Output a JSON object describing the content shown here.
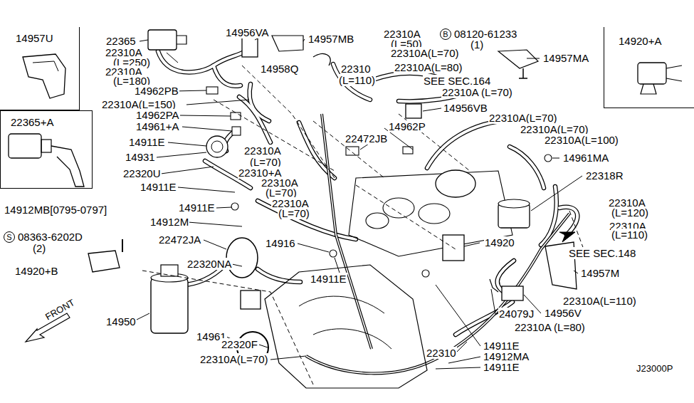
{
  "diagram": {
    "nodes": [
      {
        "text": [
          "14957U"
        ]
      },
      {
        "text": [
          "B"
        ]
      },
      {
        "text": [
          "14920+A"
        ]
      },
      {
        "text": [
          "22365+A"
        ]
      },
      {
        "text": [
          "S"
        ]
      }
    ],
    "labels": [
      "22365",
      "14956VA",
      "14957MB",
      "22310A",
      "(L=50)",
      "22310A(L=70)",
      "08120-61233",
      "(1)",
      "14957MA",
      "22310A",
      "(L=250)",
      "22310A",
      "(L=180)",
      "14958Q",
      "22310",
      "(L=110)",
      "22310A(L=80)",
      "SEE SEC.164",
      "22310A (L=70)",
      "14962PB",
      "22310A(L=150)",
      "14956VB",
      "14962PA",
      "22310A(L=70)",
      "14961+A",
      "14962P",
      "22310A(L=70)",
      "22472JB",
      "22310A(L=100)",
      "14911E",
      "22310A",
      "14931",
      "14961MA",
      "(L=70)",
      "22310+A",
      "22320U",
      "22318R",
      "22310A",
      "14911E",
      "(L=70)",
      "22310A",
      "22310A",
      "14911E",
      "14912MB[0795-0797]",
      "(L=120)",
      "(L=70)",
      "14912M",
      "22310A",
      "(L=110)",
      "08363-6202D",
      "22472JA",
      "14920",
      "14916",
      "(2)",
      "SEE SEC.148",
      "22320NA",
      "14920+B",
      "14957M",
      "14911E",
      "22310A(L=110)",
      "14956V",
      "24079J",
      "FRONT",
      "14950",
      "22310A (L=80)",
      "14961",
      "22320F",
      "14911E",
      "22310",
      "14912MA",
      "22310A(L=70)",
      "14911E",
      "J23000P"
    ]
  }
}
